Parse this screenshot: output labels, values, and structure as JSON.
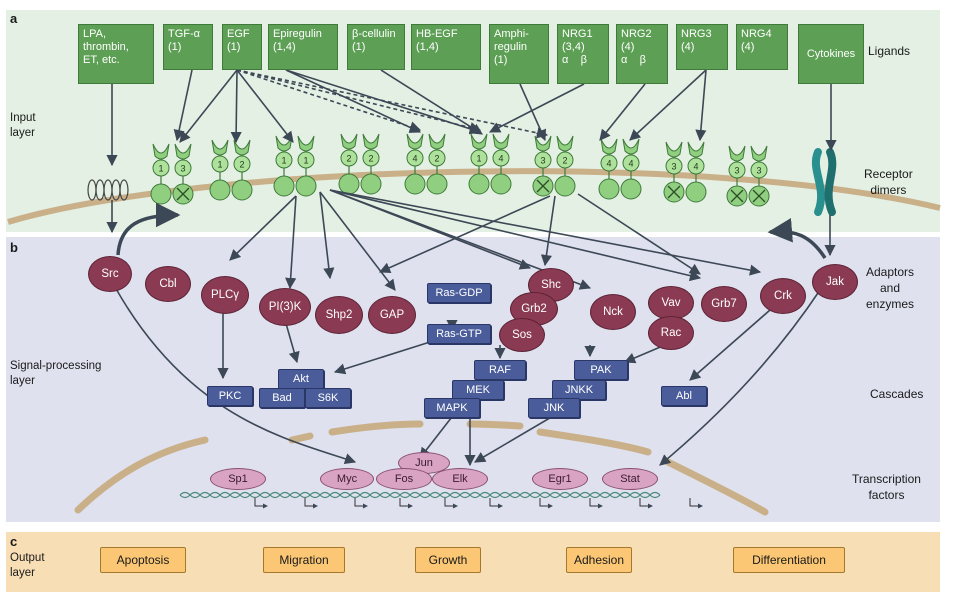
{
  "panels": {
    "a": "a",
    "b": "b",
    "c": "c"
  },
  "side_labels": {
    "input": [
      "Input",
      "layer"
    ],
    "signal": [
      "Signal-processing",
      "layer"
    ],
    "output": [
      "Output",
      "layer"
    ]
  },
  "right_labels": {
    "ligands": "Ligands",
    "receptor": [
      "Receptor",
      "dimers"
    ],
    "adaptors": [
      "Adaptors",
      "and",
      "enzymes"
    ],
    "cascades": "Cascades",
    "tf": [
      "Transcription",
      "factors"
    ]
  },
  "ligands": [
    {
      "lines": [
        "LPA,",
        "thrombin,",
        "ET, etc."
      ]
    },
    {
      "lines": [
        "TGF-α",
        "(1)"
      ]
    },
    {
      "lines": [
        "EGF",
        "(1)"
      ]
    },
    {
      "lines": [
        "Epiregulin",
        "(1,4)"
      ]
    },
    {
      "lines": [
        "β-cellulin",
        "(1)"
      ]
    },
    {
      "lines": [
        "HB-EGF",
        "(1,4)"
      ]
    },
    {
      "lines": [
        "Amphi-",
        "regulin",
        "(1)"
      ]
    },
    {
      "lines": [
        "NRG1",
        "(3,4)",
        "α    β"
      ]
    },
    {
      "lines": [
        "NRG2",
        "(4)",
        "α    β"
      ]
    },
    {
      "lines": [
        "NRG3",
        "(4)"
      ]
    },
    {
      "lines": [
        "NRG4",
        "(4)"
      ]
    },
    {
      "lines": [
        "Cytokines"
      ]
    }
  ],
  "receptor_pairs": [
    {
      "left": "1",
      "right": "3"
    },
    {
      "left": "1",
      "right": "2"
    },
    {
      "left": "1",
      "right": "1"
    },
    {
      "left": "2",
      "right": "2"
    },
    {
      "left": "4",
      "right": "2"
    },
    {
      "left": "1",
      "right": "4"
    },
    {
      "left": "3",
      "right": "2"
    },
    {
      "left": "4",
      "right": "4"
    },
    {
      "left": "3",
      "right": "4"
    },
    {
      "left": "3",
      "right": "3"
    }
  ],
  "enzymes": {
    "src": "Src",
    "cbl": "Cbl",
    "plcg": "PLCγ",
    "pi3k": "PI(3)K",
    "shp2": "Shp2",
    "gap": "GAP",
    "shc": "Shc",
    "grb2": "Grb2",
    "sos": "Sos",
    "nck": "Nck",
    "vav": "Vav",
    "rac": "Rac",
    "grb7": "Grb7",
    "crk": "Crk",
    "jak": "Jak"
  },
  "kinases": {
    "rasgdp": "Ras-GDP",
    "rasgtp": "Ras-GTP",
    "akt": "Akt",
    "bad": "Bad",
    "s6k": "S6K",
    "pkc": "PKC",
    "raf": "RAF",
    "mek": "MEK",
    "mapk": "MAPK",
    "pak": "PAK",
    "jnkk": "JNKK",
    "jnk": "JNK",
    "abl": "Abl"
  },
  "tfs": {
    "sp1": "Sp1",
    "myc": "Myc",
    "fos": "Fos",
    "jun": "Jun",
    "elk": "Elk",
    "egr1": "Egr1",
    "stat": "Stat"
  },
  "outputs": [
    "Apoptosis",
    "Migration",
    "Growth",
    "Adhesion",
    "Differentiation"
  ]
}
